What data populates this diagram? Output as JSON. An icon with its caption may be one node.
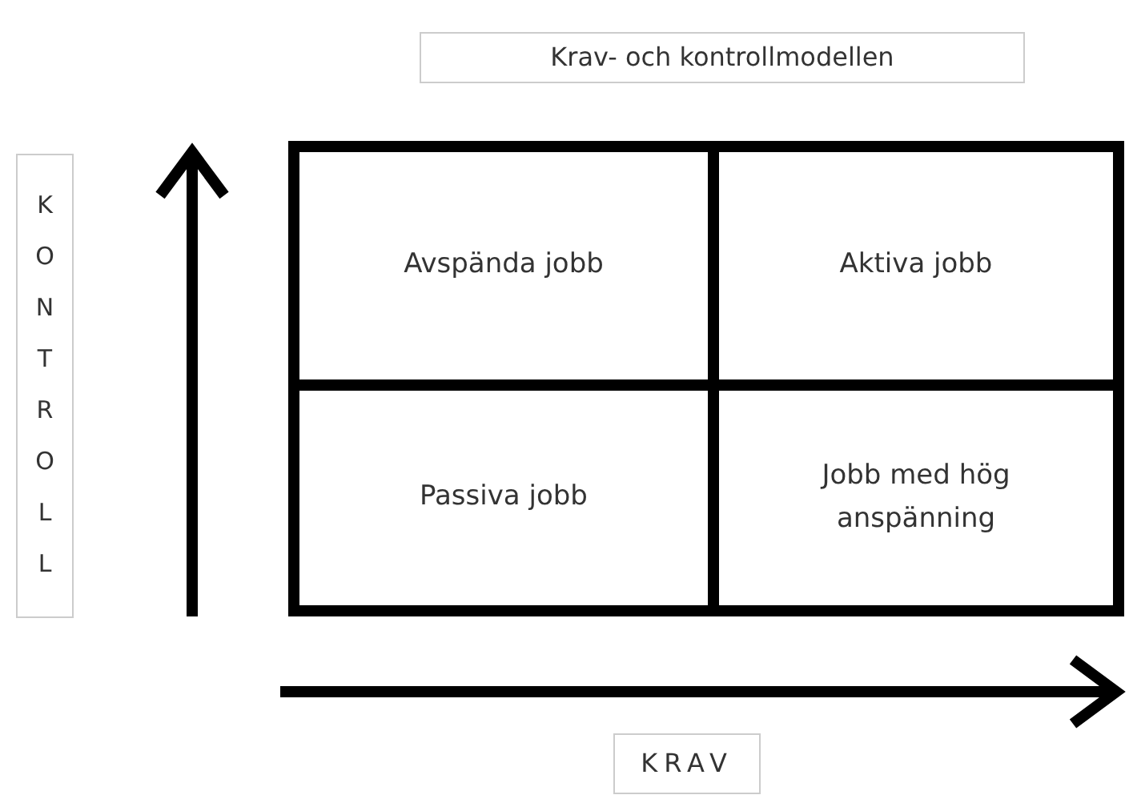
{
  "diagram": {
    "title": "Krav- och kontrollmodellen",
    "nodes": [
      {
        "text": [
          "Avspända jobb"
        ]
      },
      {
        "text": [
          "Aktiva jobb"
        ]
      },
      {
        "text": [
          "Passiva jobb"
        ]
      },
      {
        "text": [
          "Jobb med hög anspänning"
        ]
      }
    ],
    "edges": [],
    "labels": [
      "KONTROLL",
      "KRAV"
    ]
  }
}
